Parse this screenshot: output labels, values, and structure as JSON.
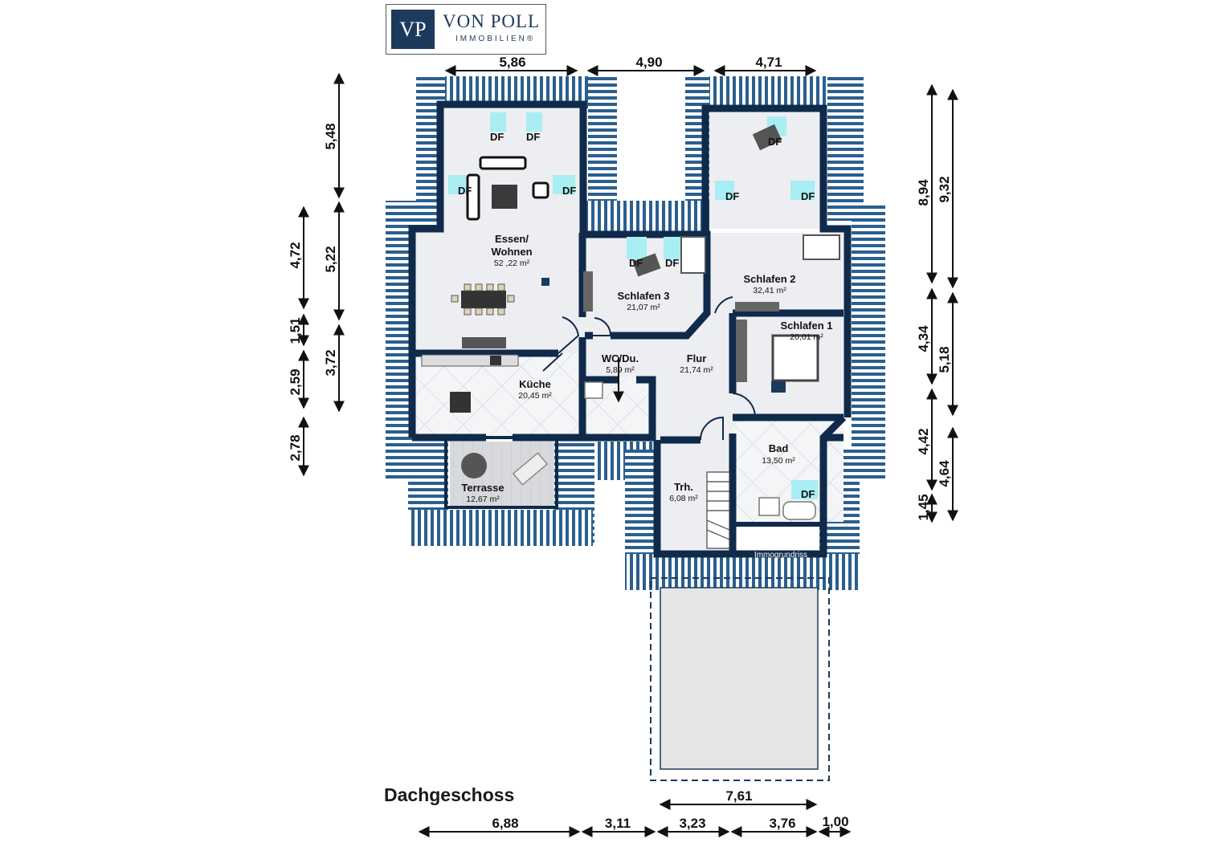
{
  "logo": {
    "monogram": "VP",
    "brand": "VON POLL",
    "sub": "IMMOBILIEN®"
  },
  "floor_label": "Dachgeschoss",
  "watermark": "Immogrundriss",
  "df_label": "DF",
  "rooms": {
    "essen": {
      "name1": "Essen/",
      "name2": "Wohnen",
      "area": "52 ,22 m²"
    },
    "schlafen3": {
      "name": "Schlafen 3",
      "area": "21,07 m²"
    },
    "schlafen2": {
      "name": "Schlafen 2",
      "area": "32,41 m²"
    },
    "schlafen1": {
      "name": "Schlafen 1",
      "area": "20,01 m²"
    },
    "wc": {
      "name": "WC/Du.",
      "area": "5,89 m²"
    },
    "flur": {
      "name": "Flur",
      "area": "21,74 m²"
    },
    "kueche": {
      "name": "Küche",
      "area": "20,45 m²"
    },
    "bad": {
      "name": "Bad",
      "area": "13,50 m²"
    },
    "terrasse": {
      "name": "Terrasse",
      "area": "12,67 m²"
    },
    "trh": {
      "name": "Trh.",
      "area": "6,08 m²"
    }
  },
  "dims": {
    "top": [
      "5,86",
      "4,90",
      "4,71"
    ],
    "bottom": [
      "6,88",
      "3,11",
      "3,23",
      "3,76",
      "1,00"
    ],
    "bottom_upper": "7,61",
    "left_outer": [
      "5,48",
      "5,22",
      "3,72"
    ],
    "left_inner": [
      "4,72",
      "1,51",
      "2,59",
      "2,78"
    ],
    "right_inner": [
      "8,94",
      "4,34",
      "4,42",
      "1,45"
    ],
    "right_outer": [
      "9,32",
      "5,18",
      "4,64"
    ]
  },
  "colors": {
    "wall": "#0f2a4a",
    "roof": "#1b4e7e",
    "floor": "#eceef2",
    "window": "#a8eef2"
  }
}
